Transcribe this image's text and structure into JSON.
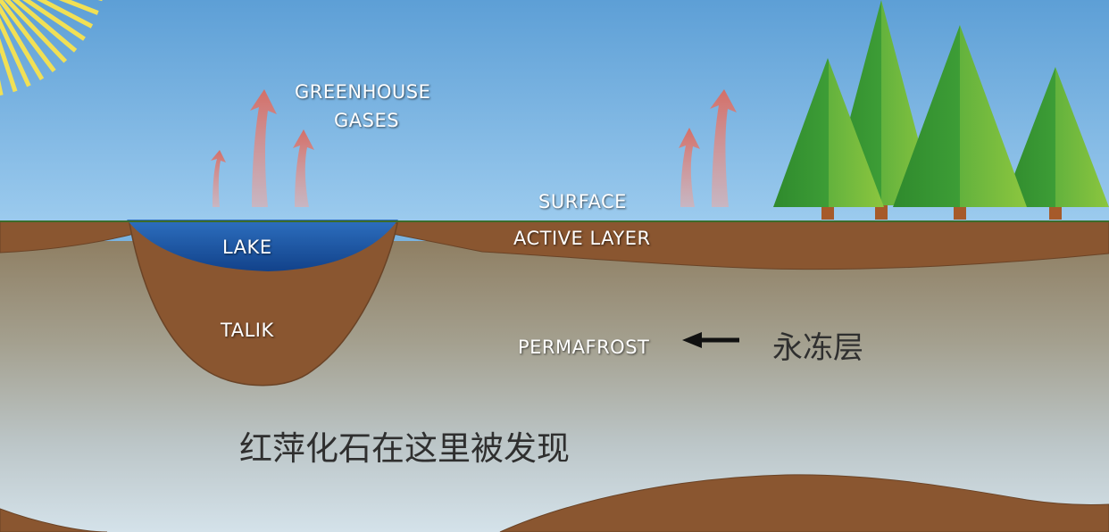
{
  "labels": {
    "greenhouse_line1": "GREENHOUSE",
    "greenhouse_line2": "GASES",
    "surface": "SURFACE",
    "active_layer": "ACTIVE LAYER",
    "lake": "LAKE",
    "talik": "TALIK",
    "permafrost": "PERMAFROST"
  },
  "annotations": {
    "permafrost_zh": "永冻层",
    "fossil_location_zh": "红萍化石在这里被发现"
  },
  "colors": {
    "sky_top": "#5d9fd6",
    "sky_bottom": "#9ccbee",
    "soil": "#8a5630",
    "lake": "#1f5fab",
    "permafrost_top": "#8f7f63",
    "permafrost_bottom": "#cfdde6",
    "gas_arrow": "#d98a84",
    "tree": "#3b9a33",
    "sun": "#f1e055"
  },
  "icons": [
    "sun-icon",
    "tree-icon",
    "gas-arrow-icon",
    "pointer-arrow-icon"
  ]
}
